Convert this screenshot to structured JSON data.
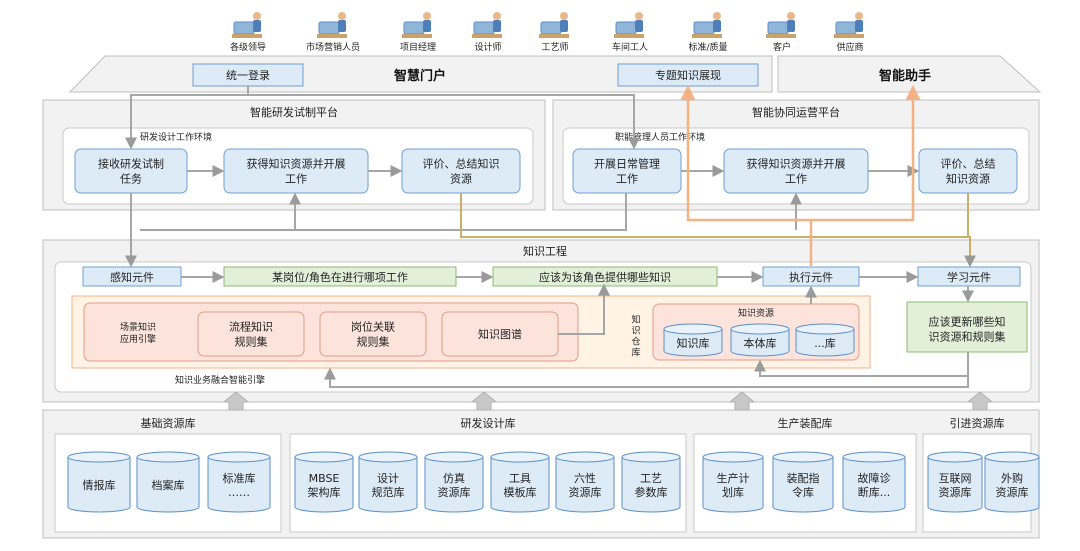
{
  "roles": [
    "各级领导",
    "市场营销人员",
    "项目经理",
    "设计师",
    "工艺师",
    "车间工人",
    "标准/质量",
    "客户",
    "供应商"
  ],
  "portal": {
    "title": "智慧门户",
    "login": "统一登录",
    "special": "专题知识展现"
  },
  "assistant": {
    "title": "智能助手"
  },
  "rd_platform": {
    "title": "智能研发试制平台",
    "env": "研发设计工作环境",
    "steps": [
      "接收研发试制\n任务",
      "获得知识资源并开展\n工作",
      "评价、总结知识\n资源"
    ]
  },
  "ops_platform": {
    "title": "智能协同运营平台",
    "env": "职能管理人员工作环境",
    "steps": [
      "开展日常管理\n工作",
      "获得知识资源并开展\n工作",
      "评价、总结\n知识资源"
    ]
  },
  "ke": {
    "title": "知识工程",
    "flow": [
      "感知元件",
      "某岗位/角色在进行哪项工作",
      "应该为该角色提供哪些知识",
      "执行元件",
      "学习元件"
    ],
    "engine_label": "场景知识\n应用引擎",
    "rules": [
      "流程知识\n规则集",
      "岗位关联\n规则集",
      "知识图谱"
    ],
    "warehouse": "知\n识\n仓\n库",
    "resources": {
      "title": "知识资源",
      "items": [
        "知识库",
        "本体库",
        "...库"
      ]
    },
    "update": "应该更新哪些知\n识资源和规则集",
    "fusion": "知识业务融合智能引擎"
  },
  "libraries": [
    {
      "title": "基础资源库",
      "items": [
        "情报库",
        "档案库",
        "标准库\n……"
      ]
    },
    {
      "title": "研发设计库",
      "items": [
        "MBSE\n架构库",
        "设计\n规范库",
        "仿真\n资源库",
        "工具\n模板库",
        "六性\n资源库",
        "工艺\n参数库"
      ]
    },
    {
      "title": "生产装配库",
      "items": [
        "生产计\n划库",
        "装配指\n令库",
        "故障诊\n断库..."
      ]
    },
    {
      "title": "引进资源库",
      "items": [
        "互联网\n资源库",
        "外购\n资源库"
      ]
    }
  ]
}
